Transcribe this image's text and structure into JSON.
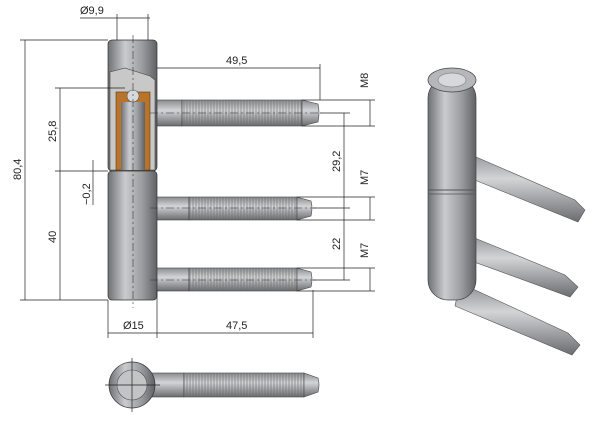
{
  "dimensions": {
    "pin_diameter": "Ø9,9",
    "top_screw_length": "49,5",
    "top_thread": "M8",
    "upper_height": "25,8",
    "total_height": "80,4",
    "screw_spacing_upper": "29,2",
    "middle_thread": "M7",
    "gap": "−0,2",
    "lower_height": "40",
    "screw_spacing_lower": "22",
    "bottom_thread": "M7",
    "barrel_diameter": "Ø15",
    "lower_screw_length": "47,5"
  },
  "colors": {
    "metal": "#a9abae",
    "metal_dark": "#6e7073",
    "bushing": "#b8742a"
  }
}
